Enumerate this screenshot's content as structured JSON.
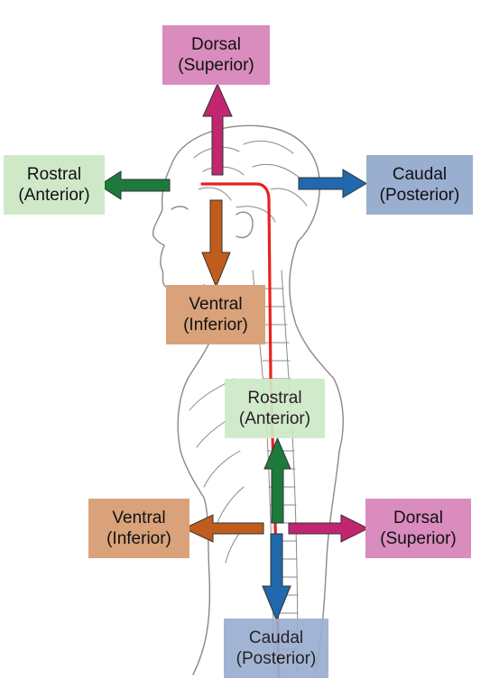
{
  "colors": {
    "dorsal": "#c2266f",
    "dorsal_box": "#d98cbd",
    "rostral": "#1d7a3c",
    "rostral_box": "#cfe9c8",
    "caudal": "#1f69ac",
    "caudal_box": "#9aaed0",
    "ventral": "#c05d1c",
    "ventral_box": "#d9a27a",
    "neuraxis_line": "#e8211f",
    "sketch": "#8a8a8a"
  },
  "labels": {
    "head_dorsal": {
      "line1": "Dorsal",
      "line2": "(Superior)"
    },
    "head_rostral": {
      "line1": "Rostral",
      "line2": "(Anterior)"
    },
    "head_caudal": {
      "line1": "Caudal",
      "line2": "(Posterior)"
    },
    "head_ventral": {
      "line1": "Ventral",
      "line2": "(Inferior)"
    },
    "spine_rostral": {
      "line1": "Rostral",
      "line2": "(Anterior)"
    },
    "spine_ventral": {
      "line1": "Ventral",
      "line2": "(Inferior)"
    },
    "spine_dorsal": {
      "line1": "Dorsal",
      "line2": "(Superior)"
    },
    "spine_caudal": {
      "line1": "Caudal",
      "line2": "(Posterior)"
    }
  },
  "arrow_icons": [
    "arrow-up-icon",
    "arrow-left-icon",
    "arrow-right-icon",
    "arrow-down-icon"
  ]
}
